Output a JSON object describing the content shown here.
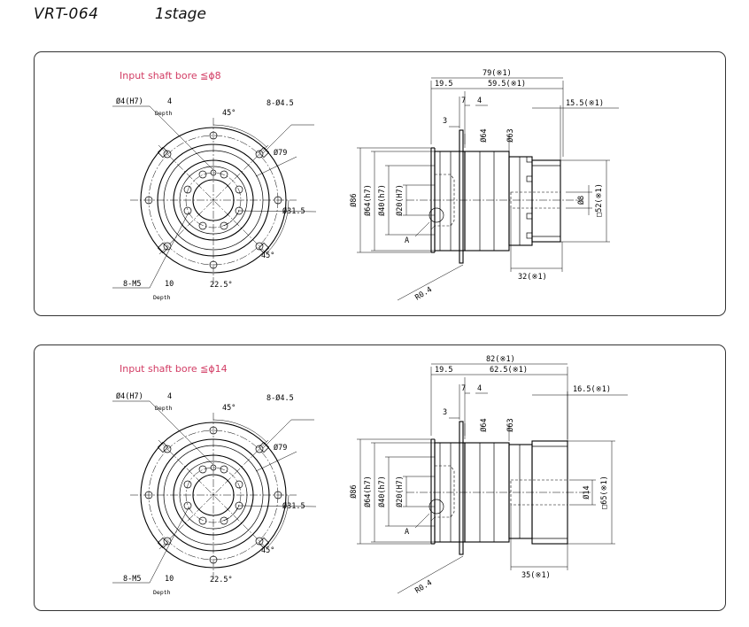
{
  "header": {
    "model": "VRT-064",
    "stage": "1stage"
  },
  "panels": [
    {
      "bore_note": "Input shaft bore  ≦ϕ8",
      "front": {
        "pin_hole": "Ø4(H7)",
        "pin_depth_val": "4",
        "depth_word": "Depth",
        "mount_holes": "8-Ø4.5",
        "angle_top": "45°",
        "pcd": "Ø79",
        "bore_pcd": "Ø31.5",
        "angle_bottom": "45°",
        "angle_small": "22.5°",
        "tap": "8-M5",
        "tap_depth_val": "10"
      },
      "side": {
        "overall": "79(※1)",
        "flange_len": "19.5",
        "body_len": "59.5(※1)",
        "adapter_len": "15.5(※1)",
        "thk_3": "3",
        "thk_7": "7",
        "thk_4": "4",
        "dia_86": "Ø86",
        "dia_64h7": "Ø64(h7)",
        "dia_40h7": "Ø40(h7)",
        "dia_20H7": "Ø20(H7)",
        "dia_64": "Ø64",
        "dia_63": "Ø63",
        "detail_a": "A",
        "radius": "R0.4",
        "shaft_bore": "Ø8",
        "adapter_sq": "□52(※1)",
        "shaft_len": "32(※1)"
      }
    },
    {
      "bore_note": "Input shaft bore  ≦ϕ14",
      "front": {
        "pin_hole": "Ø4(H7)",
        "pin_depth_val": "4",
        "depth_word": "Depth",
        "mount_holes": "8-Ø4.5",
        "angle_top": "45°",
        "pcd": "Ø79",
        "bore_pcd": "Ø31.5",
        "angle_bottom": "45°",
        "angle_small": "22.5°",
        "tap": "8-M5",
        "tap_depth_val": "10"
      },
      "side": {
        "overall": "82(※1)",
        "flange_len": "19.5",
        "body_len": "62.5(※1)",
        "adapter_len": "16.5(※1)",
        "thk_3": "3",
        "thk_7": "7",
        "thk_4": "4",
        "dia_86": "Ø86",
        "dia_64h7": "Ø64(h7)",
        "dia_40h7": "Ø40(h7)",
        "dia_20H7": "Ø20(H7)",
        "dia_64": "Ø64",
        "dia_63": "Ø63",
        "detail_a": "A",
        "radius": "R0.4",
        "shaft_bore": "Ø14",
        "adapter_sq": "□65(※1)",
        "shaft_len": "35(※1)"
      }
    }
  ],
  "colors": {
    "note": "#d23c64",
    "line": "#000000",
    "border": "#333333"
  }
}
